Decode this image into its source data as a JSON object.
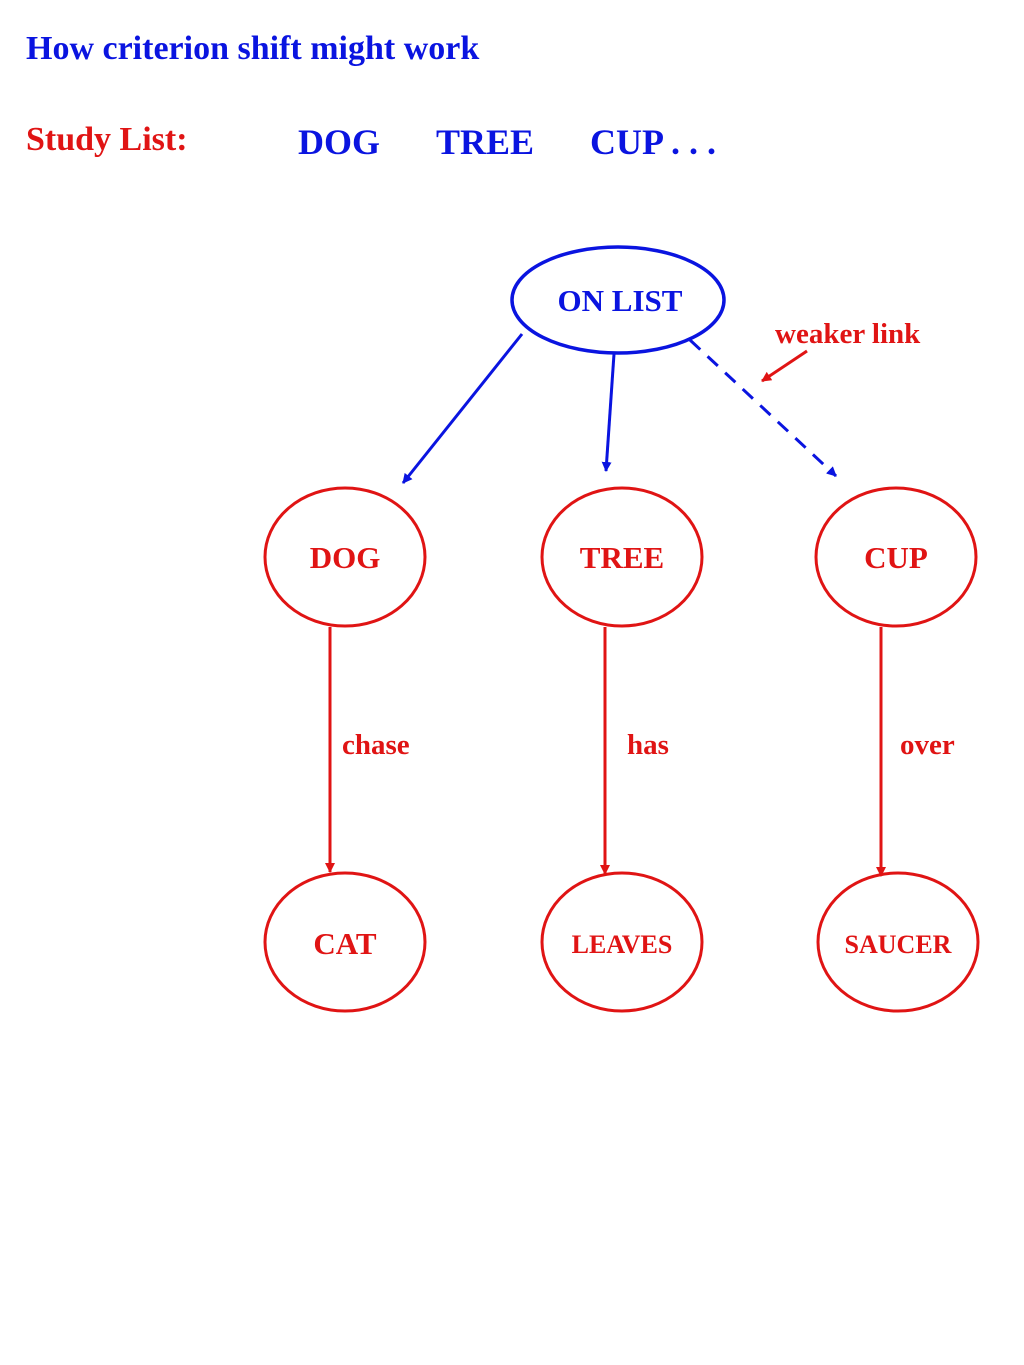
{
  "title": "How criterion shift might work",
  "study_list": {
    "label": "Study List:",
    "items": [
      "DOG",
      "TREE",
      "CUP . . ."
    ]
  },
  "diagram": {
    "root": "ON LIST",
    "weaker_link_label": "weaker link",
    "words": [
      "DOG",
      "TREE",
      "CUP"
    ],
    "relations": [
      "chase",
      "has",
      "over"
    ],
    "associates": [
      "CAT",
      "LEAVES",
      "SAUCER"
    ]
  },
  "colors": {
    "blue": "#0a14e0",
    "red": "#e01414"
  }
}
